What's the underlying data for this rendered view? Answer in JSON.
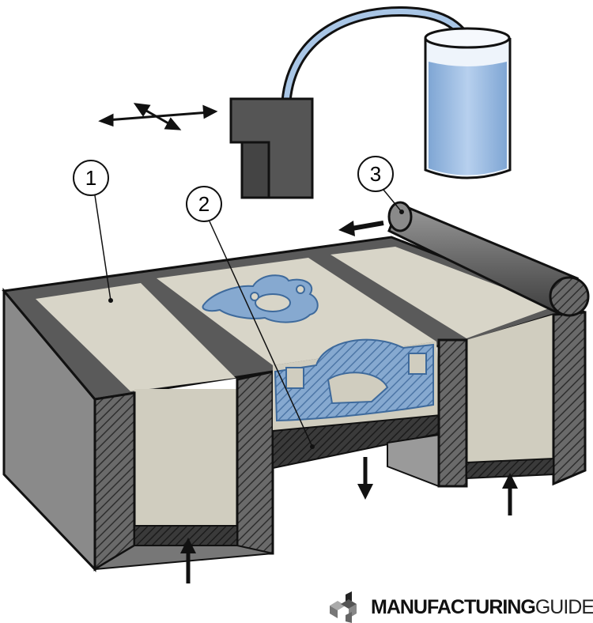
{
  "diagram": {
    "labels": [
      {
        "number": "1"
      },
      {
        "number": "2"
      },
      {
        "number": "3"
      }
    ]
  },
  "logo": {
    "strong_text": "MANUFACTURING",
    "light_text": "GUIDE"
  },
  "colors": {
    "powder": "#d8d5c8",
    "frame": "#5a5a5a",
    "part": "#86a9d0",
    "liquid": "#9fc0e6",
    "platform": "#3a3a3a"
  }
}
